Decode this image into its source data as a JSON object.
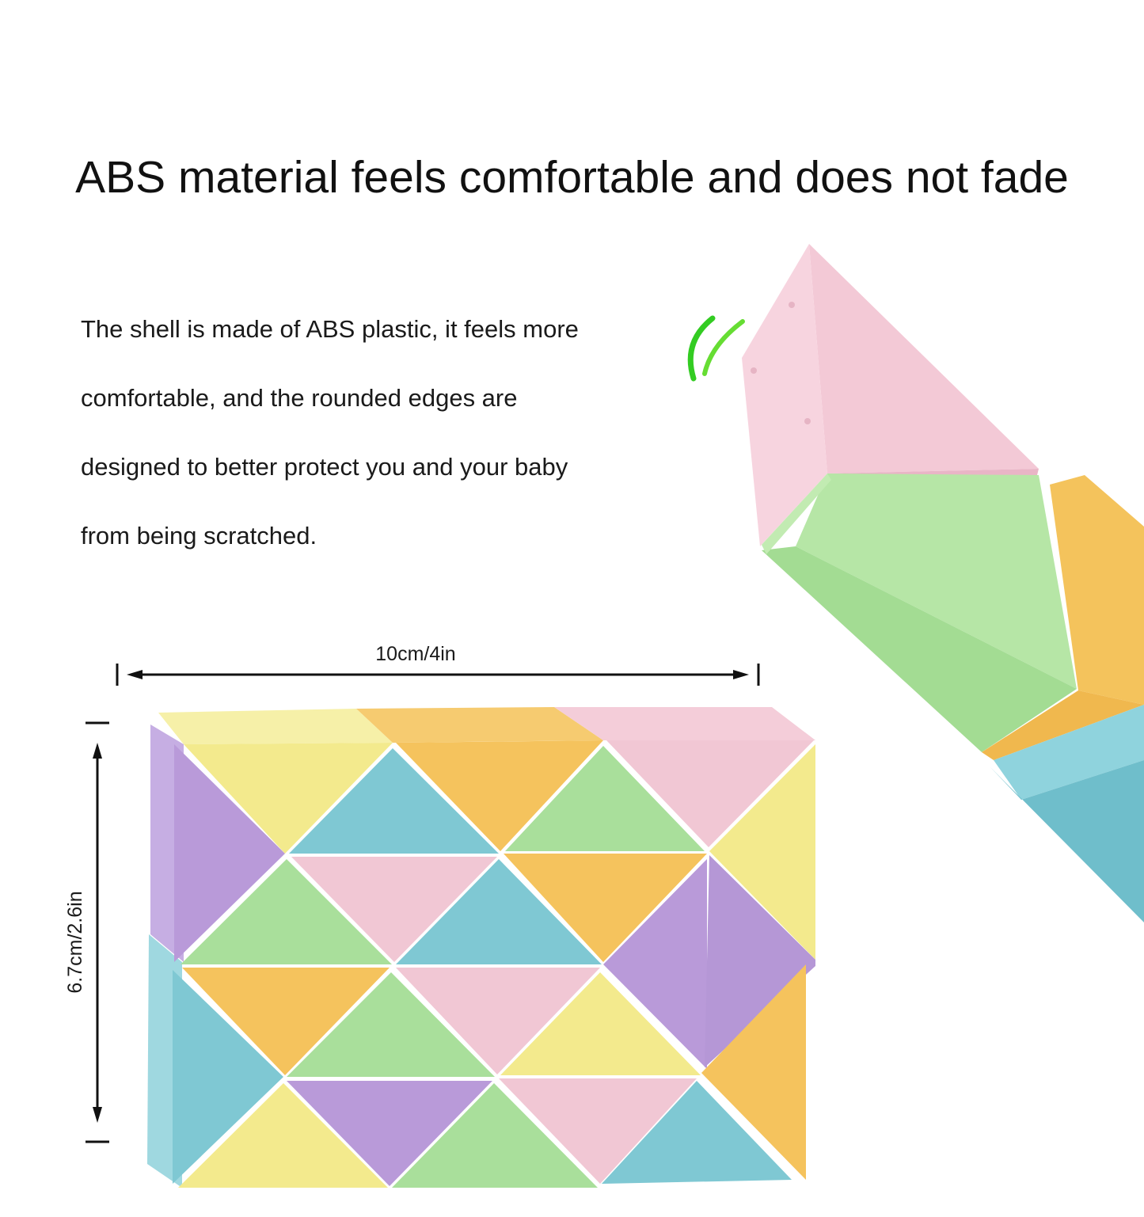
{
  "headline": "ABS material feels comfortable and does not fade",
  "description": {
    "lines": [
      "The shell is made of ABS plastic, it feels more",
      "comfortable, and the rounded edges are",
      "designed to better protect you and your baby",
      "from being scratched."
    ]
  },
  "dimensions": {
    "width_label": "10cm/4in",
    "height_label": "6.7cm/2.6in"
  },
  "colors": {
    "pink": "#f1c7d4",
    "green": "#a9df9b",
    "yellow": "#f3ea8d",
    "orange": "#f5c35d",
    "blue": "#7fc8d3",
    "purple": "#b99ad9",
    "accent_green": "#33cc22"
  }
}
